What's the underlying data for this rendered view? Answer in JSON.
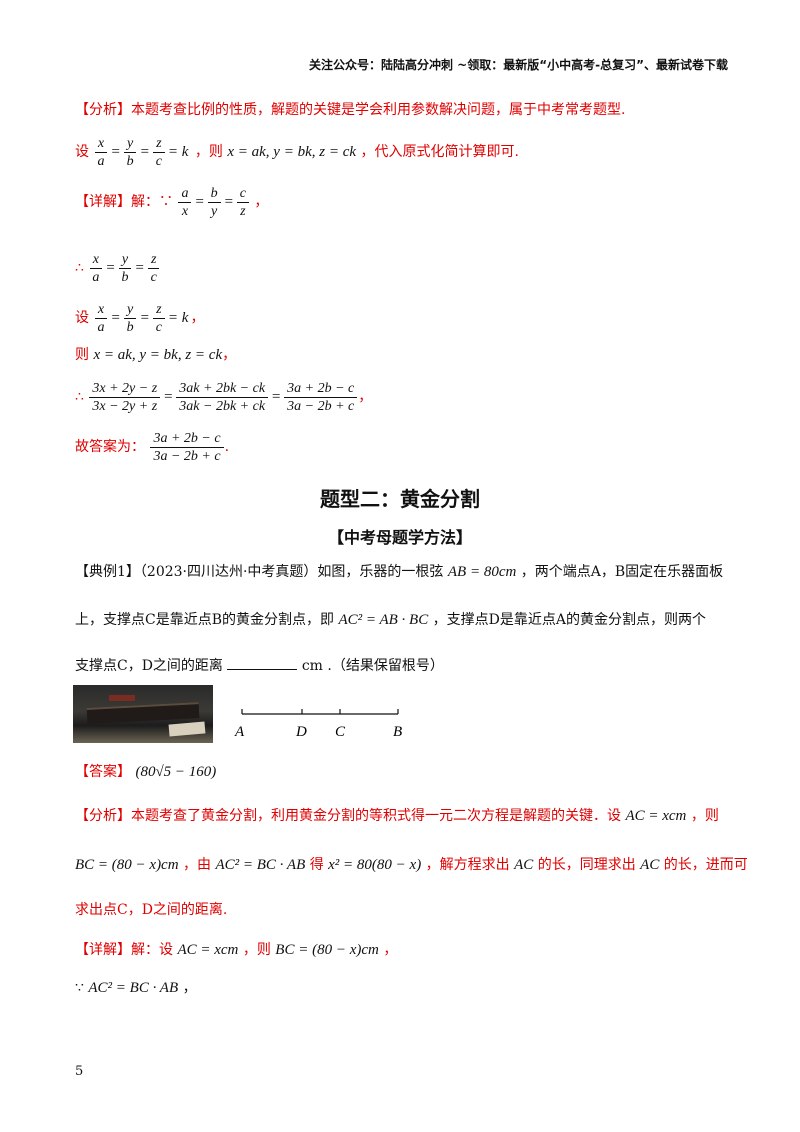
{
  "header": {
    "text": "关注公众号：陆陆高分冲刺  ~领取：最新版“小中高考-总复习”、最新试卷下载"
  },
  "part1": {
    "analysis_line": "【分析】本题考查比例的性质，解题的关键是学会利用参数解决问题，属于中考常考题型.",
    "set_prefix": "设",
    "then_text": "，则",
    "assign": "x = ak, y = bk, z = ck",
    "assign_suffix": "，代入原式化简计算即可.",
    "detail_label": "【详解】解：∵",
    "comma": "，",
    "therefore": "∴",
    "set2": "设",
    "then2": "则",
    "answer_label": "故答案为：",
    "period": "."
  },
  "section_title": "题型二：黄金分割",
  "method_title": "【中考母题学方法】",
  "example": {
    "line1_a": "【典例1】（2023·四川达州·中考真题）如图，乐器的一根弦",
    "ab_eq": "AB = 80cm",
    "line1_b": "，两个端点A，B固定在乐器面板",
    "line2_a": "上，支撑点C是靠近点B的黄金分割点，即",
    "ac_eq": "AC² = AB · BC",
    "line2_b": "，支撑点D是靠近点A的黄金分割点，则两个",
    "line3_a": "支撑点C，D之间的距离",
    "unit": "cm",
    "line3_b": ".（结果保留根号）"
  },
  "diagram": {
    "labels": [
      "A",
      "D",
      "C",
      "B"
    ]
  },
  "answer": {
    "label": "【答案】",
    "value": "(80√5 − 160)"
  },
  "analysis2": {
    "line1": "【分析】本题考查了黄金分割，利用黄金分割的等积式得一元二次方程是解题的关键．设",
    "ac_x": "AC = xcm",
    "line1_end": "，则",
    "bc": "BC = (80 − x)cm",
    "by": "，由",
    "eq1": "AC² = BC · AB",
    "get": "得",
    "eq2": "x² = 80(80 − x)",
    "line2_end": "，解方程求出",
    "ac": "AC",
    "len1": "的长，同理求出",
    "len2": "的长，进而可",
    "line3": "求出点C，D之间的距离."
  },
  "detail2": {
    "label": "【详解】解：设",
    "ac_x": "AC = xcm",
    "then": "，则",
    "bc": "BC = (80 − x)cm",
    "comma": "，",
    "because": "∵",
    "eq": "AC² = BC · AB",
    "comma2": "，"
  },
  "page_number": "5"
}
